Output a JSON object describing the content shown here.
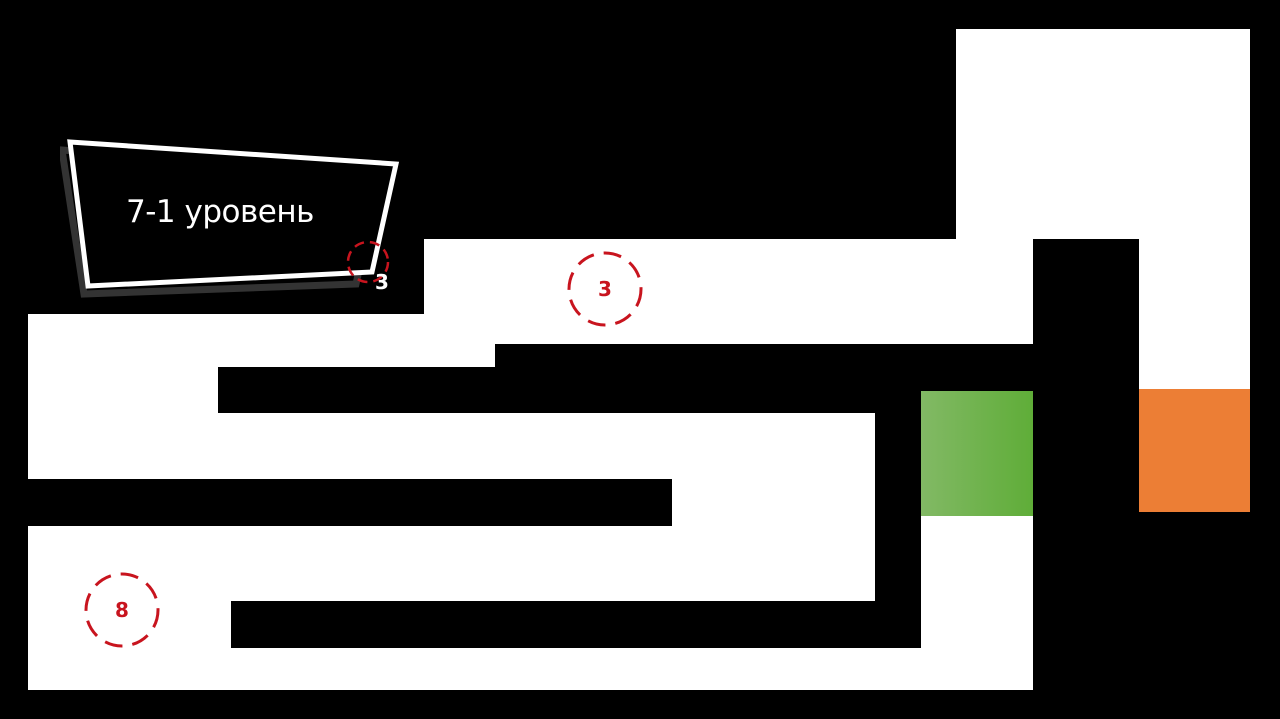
{
  "level": {
    "title": "7-1 уровень"
  },
  "markers": {
    "badge_marker": "3",
    "top_marker": "3",
    "bottom_left_marker": "8"
  },
  "colors": {
    "background": "#000000",
    "path": "#ffffff",
    "goal_green": "#6cb044",
    "goal_orange": "#ec7e35",
    "marker_red": "#c8141e"
  }
}
